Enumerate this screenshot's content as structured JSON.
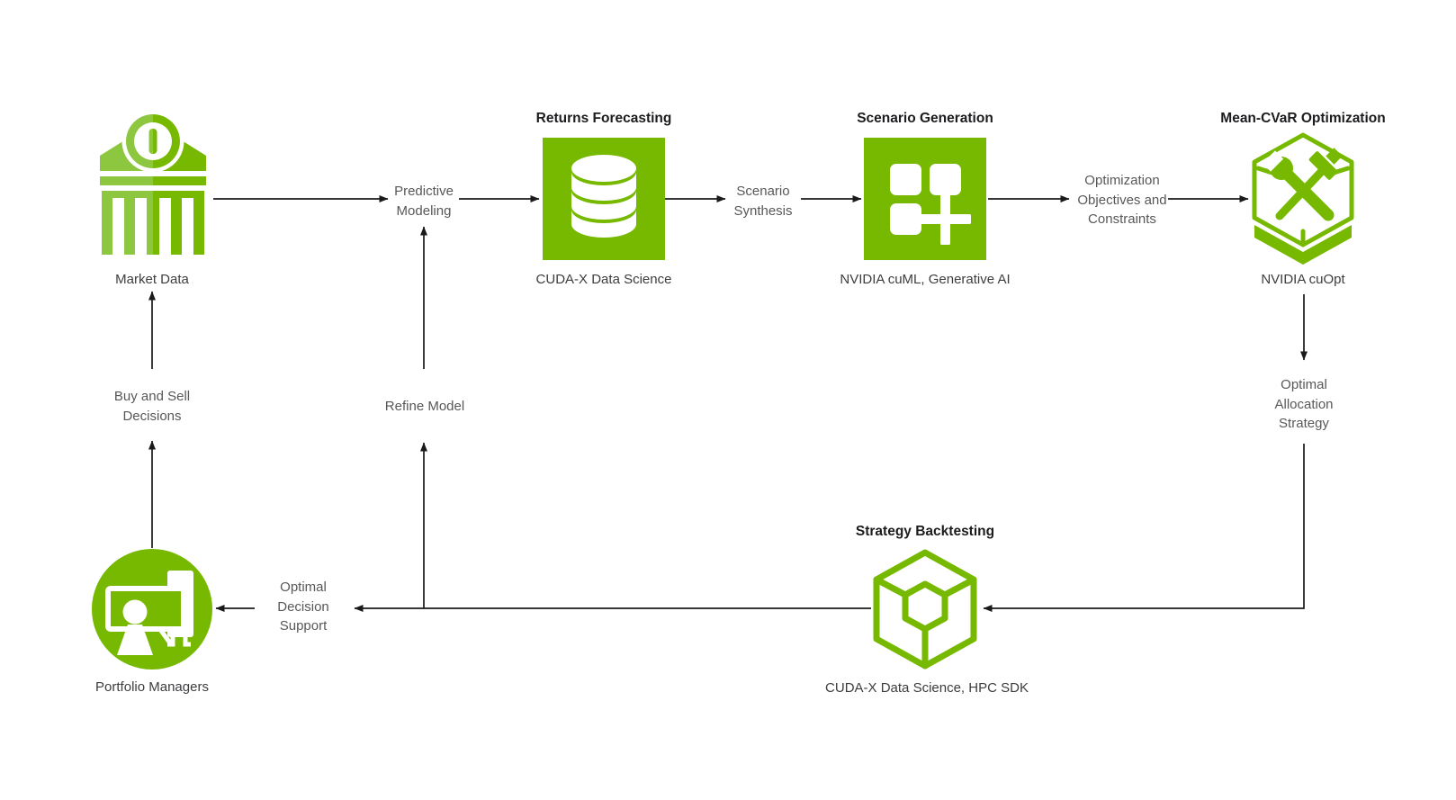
{
  "palette": {
    "nvidia_green": "#76B900",
    "nvidia_green_light": "#8DC63F",
    "title_text": "#1c1c1e",
    "node_label_text": "#3d3d3f",
    "flow_label_text": "#58585a",
    "arrow": "#1a1a1a",
    "background": "#ffffff"
  },
  "nodes": {
    "market_data": {
      "label": "Market Data",
      "icon": "bank-icon"
    },
    "returns_forecasting": {
      "title": "Returns Forecasting",
      "label": "CUDA-X Data Science",
      "icon": "database-icon"
    },
    "scenario_generation": {
      "title": "Scenario Generation",
      "label": "NVIDIA cuML, Generative AI",
      "icon": "grid-plus-icon"
    },
    "mean_cvar_optimization": {
      "title": "Mean-CVaR Optimization",
      "label": "NVIDIA cuOpt",
      "icon": "tools-hexagon-icon"
    },
    "strategy_backtesting": {
      "title": "Strategy Backtesting",
      "label": "CUDA-X Data Science, HPC SDK",
      "icon": "wireframe-cube-icon"
    },
    "portfolio_managers": {
      "label": "Portfolio Managers",
      "icon": "analyst-icon"
    }
  },
  "flow_labels": {
    "predictive_modeling": {
      "lines": [
        "Predictive",
        "Modeling"
      ]
    },
    "scenario_synthesis": {
      "lines": [
        "Scenario",
        "Synthesis"
      ]
    },
    "optimization_objectives": {
      "lines": [
        "Optimization",
        "Objectives and",
        "Constraints"
      ]
    },
    "optimal_allocation": {
      "lines": [
        "Optimal",
        "Allocation",
        "Strategy"
      ]
    },
    "optimal_decision_support": {
      "lines": [
        "Optimal",
        "Decision",
        "Support"
      ]
    },
    "buy_and_sell": {
      "lines": [
        "Buy and Sell",
        "Decisions"
      ]
    },
    "refine_model": {
      "lines": [
        "Refine Model"
      ]
    }
  }
}
